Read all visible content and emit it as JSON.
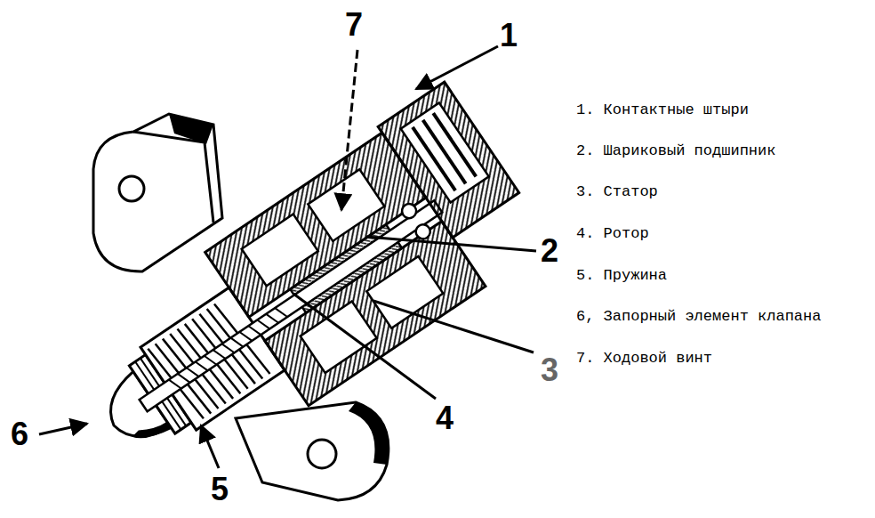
{
  "diagram": {
    "labels": [
      "7",
      "1",
      "2",
      "3",
      "4",
      "5",
      "6",
      "1. Контактные штыри",
      "2. Шариковый подшипник",
      "3. Статор",
      "4. Ротор",
      "5. Пружина",
      "6, Запорный элемент клапана",
      "7. Ходовой винт"
    ]
  }
}
